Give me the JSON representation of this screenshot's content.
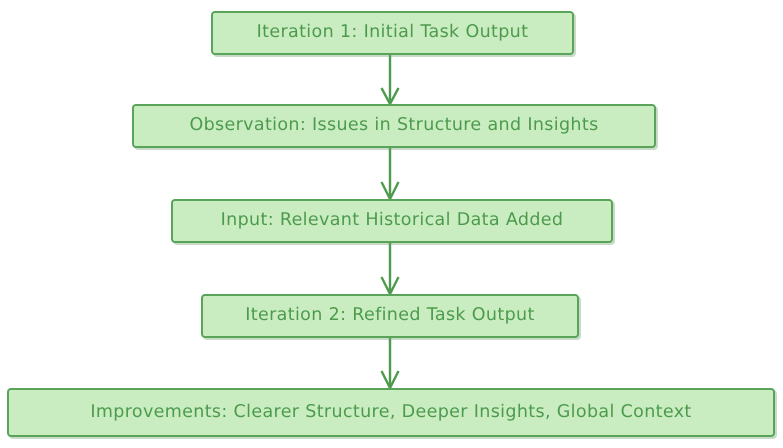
{
  "diagram": {
    "type": "flowchart",
    "direction": "top-to-bottom",
    "background_color": "#ffffff",
    "node_fill_color": "#c9edc1",
    "node_border_color": "#5aa45a",
    "node_text_color": "#4d9a4d",
    "edge_color": "#4e9a4e",
    "nodes": [
      {
        "id": "n0",
        "label": "Iteration 1: Initial Task Output"
      },
      {
        "id": "n1",
        "label": "Observation: Issues in Structure and Insights"
      },
      {
        "id": "n2",
        "label": "Input: Relevant Historical Data Added"
      },
      {
        "id": "n3",
        "label": "Iteration 2: Refined Task Output"
      },
      {
        "id": "n4",
        "label": "Improvements: Clearer Structure, Deeper Insights, Global Context"
      }
    ],
    "edges": [
      {
        "from": "n0",
        "to": "n1",
        "label": "",
        "arrowhead": "open-v"
      },
      {
        "from": "n1",
        "to": "n2",
        "label": "",
        "arrowhead": "open-v"
      },
      {
        "from": "n2",
        "to": "n3",
        "label": "",
        "arrowhead": "open-v"
      },
      {
        "from": "n3",
        "to": "n4",
        "label": "",
        "arrowhead": "open-v"
      }
    ]
  }
}
